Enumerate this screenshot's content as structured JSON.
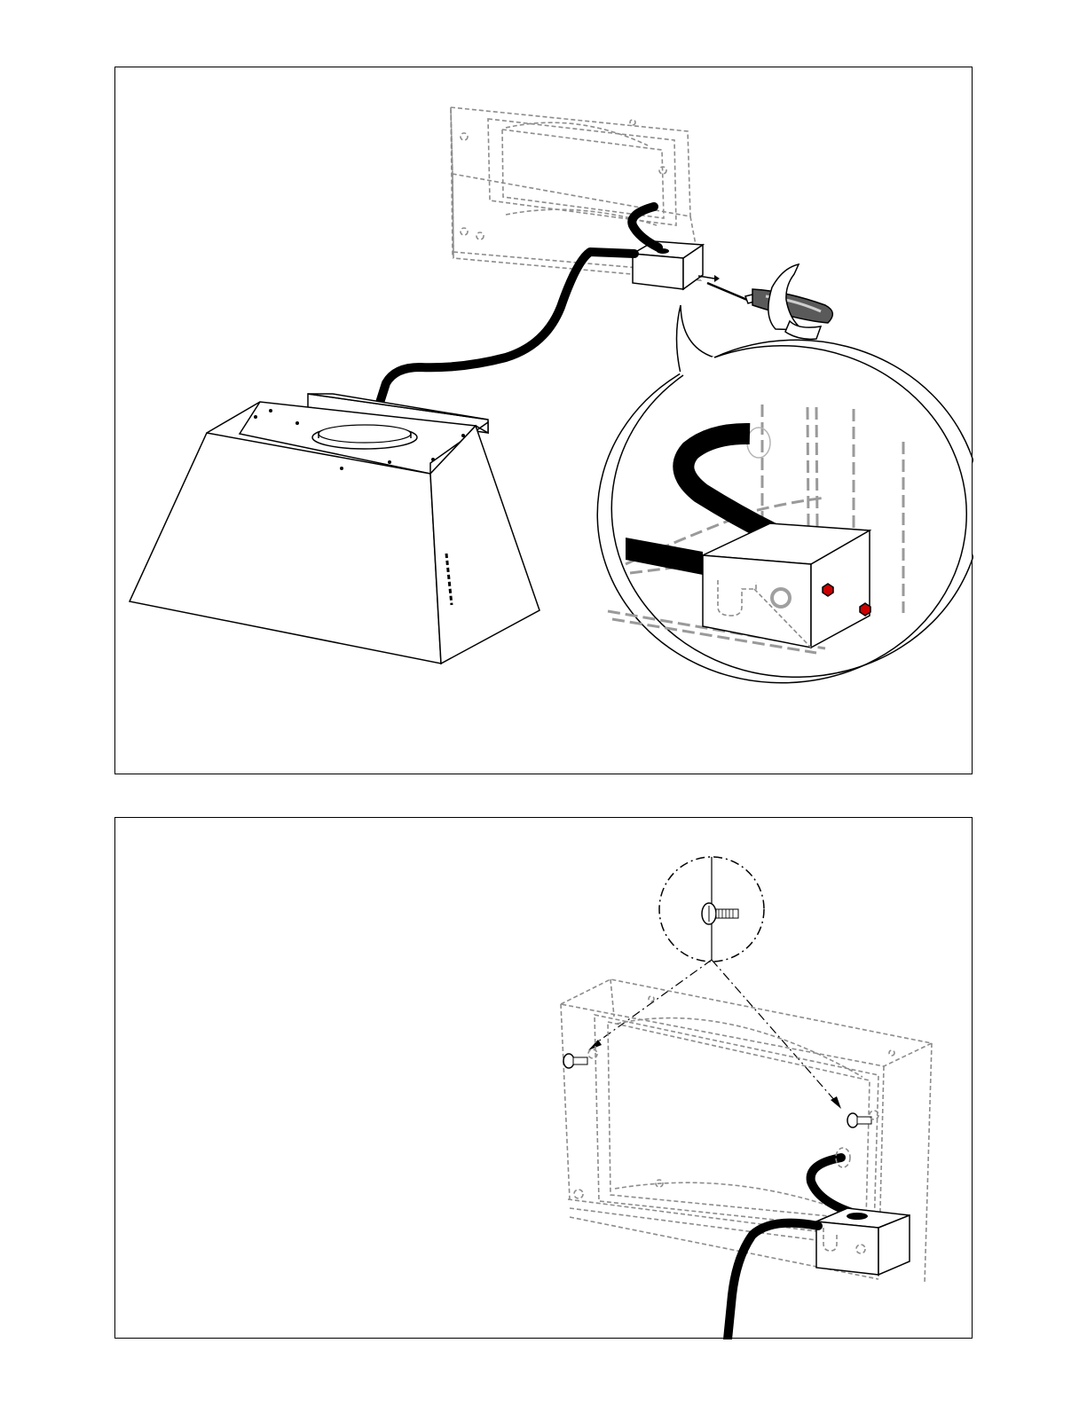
{
  "figures": [
    {
      "panel": "top",
      "parts": [
        "hood-body",
        "wall-mount-frame",
        "power-cable",
        "junction-box",
        "screwdriver",
        "detail-callout"
      ],
      "icons": [
        "rotate-arrow-icon",
        "arrow-right-icon",
        "screw-dot-icon"
      ],
      "colors": {
        "line": "#000000",
        "hidden-line": "#8c8c8c",
        "highlight-screw": "#cc0000"
      }
    },
    {
      "panel": "bottom",
      "parts": [
        "wall-mount-frame",
        "power-cable",
        "junction-box",
        "mounting-screw",
        "screw-detail-callout"
      ],
      "icons": [
        "screw-icon",
        "dash-dot-arrow-icon"
      ],
      "colors": {
        "line": "#000000",
        "hidden-line": "#8c8c8c"
      }
    }
  ]
}
